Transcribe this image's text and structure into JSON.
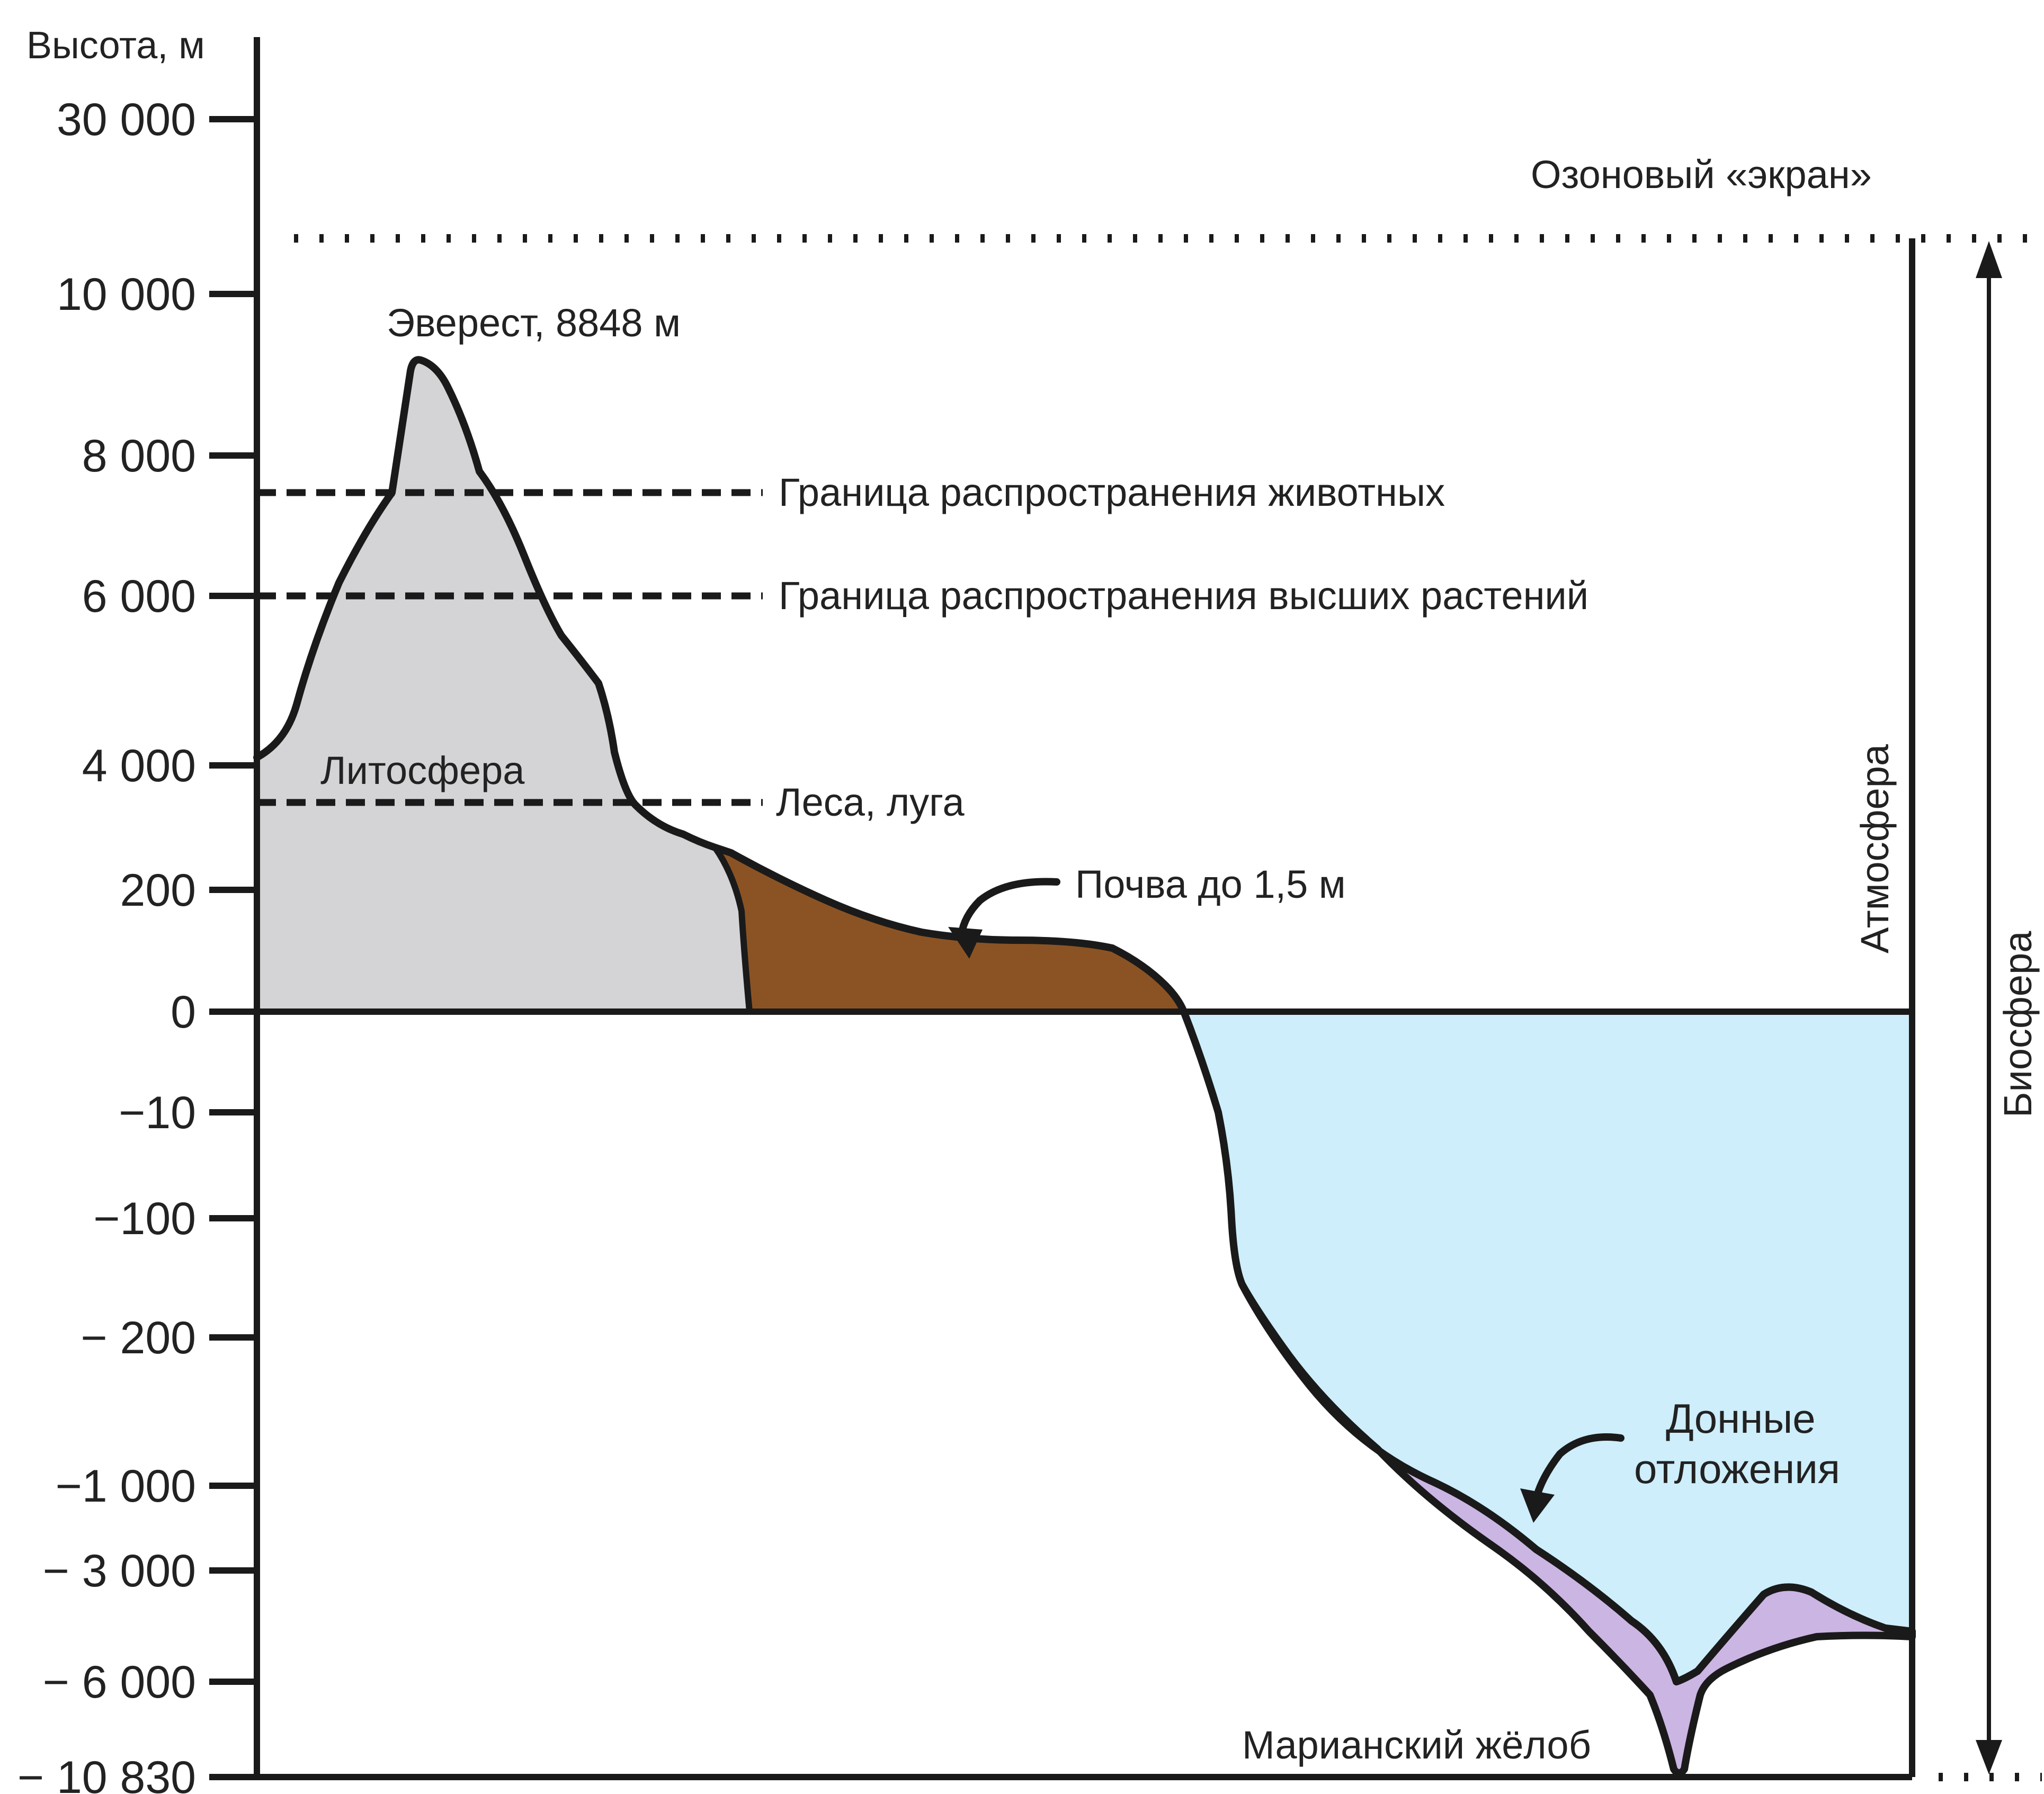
{
  "axis": {
    "title": "Высота, м",
    "ticks": [
      "30 000",
      "10 000",
      "8 000",
      "6 000",
      "4 000",
      "200",
      "0",
      "−10",
      "−100",
      "− 200",
      "−1 000",
      "− 3 000",
      "− 6 000",
      "− 10 830"
    ]
  },
  "labels": {
    "ozone": "Озоновый «экран»",
    "everest": "Эверест, 8848 м",
    "animals": "Граница распространения животных",
    "plants": "Граница распространения высших растений",
    "forests": "Леса, луга",
    "lithosphere": "Литосфера",
    "soil": "Почва до 1,5 м",
    "sediments_line1": "Донные",
    "sediments_line2": "отложения",
    "trench": "Марианский жёлоб",
    "atmosphere": "Атмосфера",
    "biosphere": "Биосфера"
  },
  "colors": {
    "lithosphere": "#d4d4d6",
    "soil": "#8b5324",
    "ocean": "#cdeefa",
    "sediments": "#cbb5e3",
    "outline": "#1a1a1a"
  }
}
